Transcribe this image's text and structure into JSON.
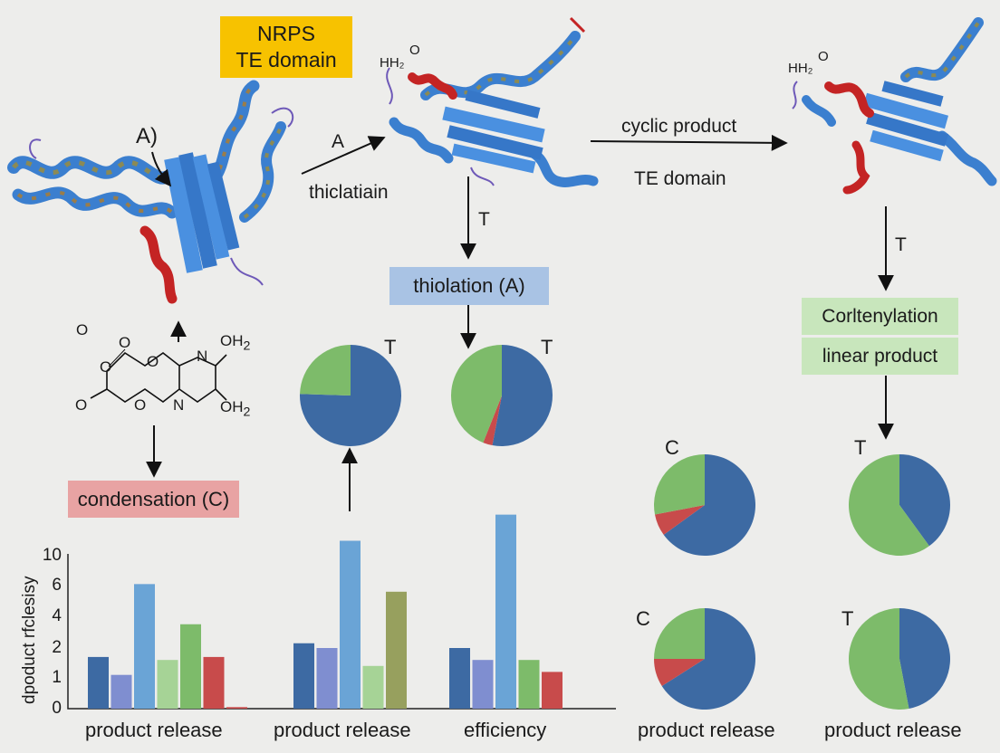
{
  "colors": {
    "blue": "#3d6aa3",
    "periwinkle": "#7f8ed0",
    "lightblue": "#6aa4d6",
    "lightgreen": "#a6d396",
    "green": "#7dbb6a",
    "olive": "#97a05e",
    "red": "#c84b4b",
    "protein": "#3b7fcf",
    "helix_red": "#c42424"
  },
  "labels": {
    "nrps_line1": "NRPS",
    "nrps_line2": "TE domain",
    "a_paren": "A)",
    "a_arrow": "A",
    "thiclatiain": "thiclatiain",
    "t_mid": "T",
    "thiolation_box": "thiolation (A)",
    "cyclic_product": "cyclic product",
    "te_domain": "TE domain",
    "t_right": "T",
    "cortenylation": "Corltenylation",
    "linear_product": "linear product",
    "condensation": "condensation (C)",
    "hh2_mid": "HH₂",
    "o_mid": "O",
    "hh2_right": "HH₂",
    "o_right": "O"
  },
  "chem": {
    "o_top": "O",
    "o2": "O",
    "o3": "O",
    "o4": "O",
    "o5": "O",
    "o6": "O",
    "n1": "N",
    "n2": "N",
    "oh2_a": "OH",
    "oh2_a_sub": "2",
    "oh2_b": "OH",
    "oh2_b_sub": "2"
  },
  "pie_labels": [
    "T",
    "T",
    "C",
    "T",
    "C",
    "T"
  ],
  "pies": [
    {
      "label": "T",
      "slices": [
        {
          "value": 0.755,
          "color": "blue"
        },
        {
          "value": 0.245,
          "color": "green"
        }
      ]
    },
    {
      "label": "T",
      "slices": [
        {
          "value": 0.53,
          "color": "blue"
        },
        {
          "value": 0.03,
          "color": "red"
        },
        {
          "value": 0.44,
          "color": "green"
        }
      ]
    },
    {
      "label": "C",
      "slices": [
        {
          "value": 0.65,
          "color": "blue"
        },
        {
          "value": 0.07,
          "color": "red"
        },
        {
          "value": 0.28,
          "color": "green"
        }
      ]
    },
    {
      "label": "T",
      "slices": [
        {
          "value": 0.4,
          "color": "blue"
        },
        {
          "value": 0.6,
          "color": "green"
        }
      ]
    },
    {
      "label": "C",
      "slices": [
        {
          "value": 0.66,
          "color": "blue"
        },
        {
          "value": 0.09,
          "color": "red"
        },
        {
          "value": 0.25,
          "color": "green"
        }
      ]
    },
    {
      "label": "T",
      "slices": [
        {
          "value": 0.47,
          "color": "blue"
        },
        {
          "value": 0.53,
          "color": "green"
        }
      ]
    }
  ],
  "bottom_labels": [
    "product release",
    "product release"
  ],
  "chart_data": {
    "type": "bar",
    "ylabel": "dpoduct rfclesisy",
    "yticks": [
      "10",
      "6",
      "4",
      "2",
      "1",
      "0"
    ],
    "categories": [
      "product release",
      "product release",
      "efficiency"
    ],
    "groups": [
      {
        "category": "product release",
        "bars": [
          {
            "value": 1.7,
            "color": "blue"
          },
          {
            "value": 1.1,
            "color": "periwinkle"
          },
          {
            "value": 6.2,
            "color": "lightblue"
          },
          {
            "value": 1.6,
            "color": "lightgreen"
          },
          {
            "value": 3.5,
            "color": "green"
          },
          {
            "value": 1.7,
            "color": "red"
          },
          {
            "value": 0.05,
            "color": "red"
          }
        ]
      },
      {
        "category": "product release",
        "bars": [
          {
            "value": 2.3,
            "color": "blue"
          },
          {
            "value": 2.0,
            "color": "periwinkle"
          },
          {
            "value": 12.0,
            "color": "lightblue"
          },
          {
            "value": 1.4,
            "color": "lightgreen"
          },
          {
            "value": 5.6,
            "color": "olive"
          }
        ]
      },
      {
        "category": "efficiency",
        "bars": [
          {
            "value": 2.0,
            "color": "blue"
          },
          {
            "value": 1.6,
            "color": "periwinkle"
          },
          {
            "value": 15.5,
            "color": "lightblue"
          },
          {
            "value": 1.6,
            "color": "green"
          },
          {
            "value": 1.2,
            "color": "red"
          }
        ]
      }
    ]
  }
}
